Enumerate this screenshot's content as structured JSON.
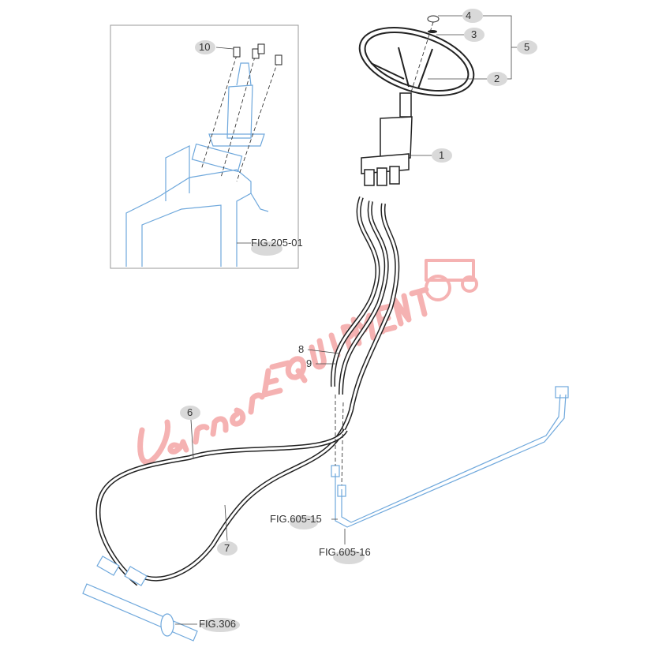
{
  "callouts": {
    "c1": "1",
    "c2": "2",
    "c3": "3",
    "c4": "4",
    "c5": "5",
    "c6": "6",
    "c7": "7",
    "c8": "8",
    "c9": "9",
    "c10": "10"
  },
  "references": {
    "fig205": "FIG.205-01",
    "fig605_15": "FIG.605-15",
    "fig605_16": "FIG.605-16",
    "fig306": "FIG.306"
  },
  "watermark": {
    "text": "Varner EQUIPMENT",
    "color": "#f08080"
  },
  "colors": {
    "line": "#222222",
    "blue": "#6fa8dc",
    "bubble": "#d9d9d9"
  }
}
